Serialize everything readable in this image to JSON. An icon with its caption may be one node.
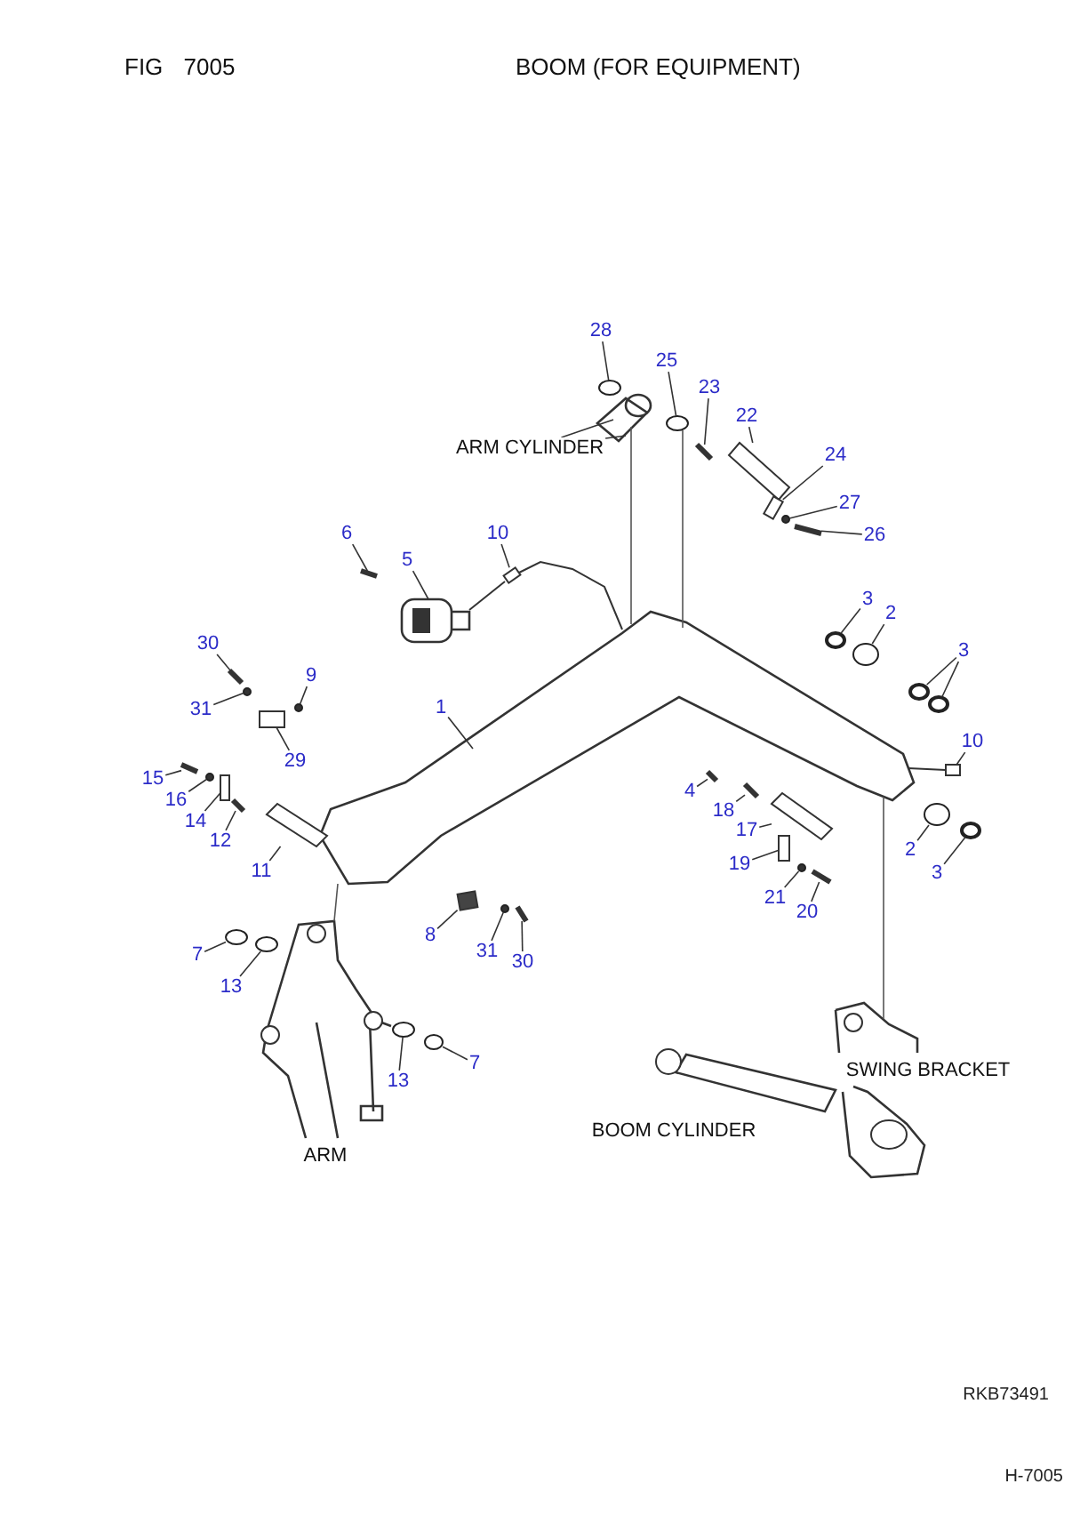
{
  "diagram": {
    "title": "BOOM (FOR EQUIPMENT)",
    "nodes": [
      {
        "text": [
          "28"
        ]
      },
      {
        "text": [
          "25"
        ]
      },
      {
        "text": [
          "23"
        ]
      },
      {
        "text": [
          "22"
        ]
      },
      {
        "text": [
          "ARM CYLINDER"
        ]
      },
      {
        "text": [
          "24"
        ]
      },
      {
        "text": [
          "27"
        ]
      },
      {
        "text": [
          "6"
        ]
      },
      {
        "text": [
          "10"
        ]
      },
      {
        "text": [
          "26"
        ]
      },
      {
        "text": [
          "5"
        ]
      },
      {
        "text": [
          "3"
        ]
      },
      {
        "text": [
          "2"
        ]
      },
      {
        "text": [
          "30"
        ]
      },
      {
        "text": [
          "3"
        ]
      },
      {
        "text": [
          "9"
        ]
      },
      {
        "text": [
          "1"
        ]
      },
      {
        "text": [
          "31"
        ]
      },
      {
        "text": [
          "10"
        ]
      },
      {
        "text": [
          "29"
        ]
      },
      {
        "text": [
          "15"
        ]
      },
      {
        "text": [
          "4"
        ]
      },
      {
        "text": [
          "16"
        ]
      },
      {
        "text": [
          "18"
        ]
      },
      {
        "text": [
          "14"
        ]
      },
      {
        "text": [
          "17"
        ]
      },
      {
        "text": [
          "12"
        ]
      },
      {
        "text": [
          "2"
        ]
      },
      {
        "text": [
          "19"
        ]
      },
      {
        "text": [
          "11"
        ]
      },
      {
        "text": [
          "3"
        ]
      },
      {
        "text": [
          "21"
        ]
      },
      {
        "text": [
          "20"
        ]
      },
      {
        "text": [
          "8"
        ]
      },
      {
        "text": [
          "31"
        ]
      },
      {
        "text": [
          "7"
        ]
      },
      {
        "text": [
          "30"
        ]
      },
      {
        "text": [
          "13"
        ]
      },
      {
        "text": [
          "7"
        ]
      },
      {
        "text": [
          "SWING BRACKET"
        ]
      },
      {
        "text": [
          "13"
        ]
      },
      {
        "text": [
          "BOOM CYLINDER"
        ]
      },
      {
        "text": [
          "ARM"
        ]
      },
      {
        "text": [],
        "shape": "circle"
      },
      {
        "text": [],
        "shape": "circle"
      },
      {
        "text": [],
        "shape": "bar"
      },
      {
        "text": [],
        "shape": "cylinder"
      },
      {
        "text": [],
        "shape": "picture"
      },
      {
        "text": [],
        "shape": "box"
      },
      {
        "text": [],
        "shape": "circle"
      },
      {
        "text": [],
        "shape": "bar"
      },
      {
        "text": [],
        "shape": "box"
      },
      {
        "text": [],
        "shape": "bar"
      },
      {
        "text": [],
        "shape": "picture"
      },
      {
        "text": [],
        "shape": "circle"
      },
      {
        "text": [],
        "shape": "circle"
      },
      {
        "text": [],
        "shape": "bar"
      },
      {
        "text": [],
        "shape": "circle"
      },
      {
        "text": [],
        "shape": "circle"
      },
      {
        "text": [],
        "shape": "circle"
      },
      {
        "text": [],
        "shape": "picture"
      },
      {
        "text": [],
        "shape": "circle"
      },
      {
        "text": [],
        "shape": "box"
      },
      {
        "text": [],
        "shape": "box"
      },
      {
        "text": [],
        "shape": "bar"
      },
      {
        "text": [],
        "shape": "bar"
      },
      {
        "text": [],
        "shape": "circle"
      },
      {
        "text": [],
        "shape": "bar"
      },
      {
        "text": [],
        "shape": "box"
      },
      {
        "text": [],
        "shape": "cylinder"
      },
      {
        "text": [],
        "shape": "bar"
      },
      {
        "text": [],
        "shape": "circle"
      },
      {
        "text": [],
        "shape": "box"
      },
      {
        "text": [],
        "shape": "cylinder"
      },
      {
        "text": [],
        "shape": "circle"
      },
      {
        "text": [],
        "shape": "circle"
      },
      {
        "text": [],
        "shape": "bar"
      },
      {
        "text": [],
        "shape": "box"
      },
      {
        "text": [],
        "shape": "circle"
      },
      {
        "text": [],
        "shape": "circle"
      },
      {
        "text": [],
        "shape": "bar"
      },
      {
        "text": [],
        "shape": "circle"
      },
      {
        "text": [],
        "shape": "circle"
      },
      {
        "text": [],
        "shape": "circle"
      },
      {
        "text": [],
        "shape": "picture"
      },
      {
        "text": [],
        "shape": "picture"
      },
      {
        "text": [],
        "shape": "picture"
      }
    ],
    "edges": [
      {
        "from": 0,
        "to": 43,
        "arrow": "none"
      },
      {
        "from": 1,
        "to": 44,
        "arrow": "none"
      },
      {
        "from": 2,
        "to": 45,
        "arrow": "none"
      },
      {
        "from": 3,
        "to": 46,
        "arrow": "none"
      },
      {
        "from": 4,
        "to": 47,
        "arrow": "none"
      },
      {
        "from": 4,
        "to": 47,
        "arrow": "none"
      },
      {
        "from": 5,
        "to": 48,
        "arrow": "none"
      },
      {
        "from": 6,
        "to": 49,
        "arrow": "none"
      },
      {
        "from": 7,
        "to": 50,
        "arrow": "none"
      },
      {
        "from": 8,
        "to": 51,
        "arrow": "none"
      },
      {
        "from": 9,
        "to": 52,
        "arrow": "none"
      },
      {
        "from": 10,
        "to": 53,
        "arrow": "none"
      },
      {
        "from": 11,
        "to": 54,
        "arrow": "none"
      },
      {
        "from": 12,
        "to": 55,
        "arrow": "none"
      },
      {
        "from": 13,
        "to": 56,
        "arrow": "none"
      },
      {
        "from": 14,
        "to": 57,
        "arrow": "none"
      },
      {
        "from": 14,
        "to": 58,
        "arrow": "none"
      },
      {
        "from": 15,
        "to": 59,
        "arrow": "none"
      },
      {
        "from": 16,
        "to": 60,
        "arrow": "none"
      },
      {
        "from": 17,
        "to": 61,
        "arrow": "none"
      },
      {
        "from": 18,
        "to": 62,
        "arrow": "none"
      },
      {
        "from": 19,
        "to": 63,
        "arrow": "none"
      },
      {
        "from": 20,
        "to": 64,
        "arrow": "none"
      },
      {
        "from": 21,
        "to": 65,
        "arrow": "none"
      },
      {
        "from": 22,
        "to": 66,
        "arrow": "none"
      },
      {
        "from": 23,
        "to": 67,
        "arrow": "none"
      },
      {
        "from": 24,
        "to": 68,
        "arrow": "none"
      },
      {
        "from": 25,
        "to": 69,
        "arrow": "none"
      },
      {
        "from": 26,
        "to": 70,
        "arrow": "none"
      },
      {
        "from": 27,
        "to": 71,
        "arrow": "none"
      },
      {
        "from": 28,
        "to": 72,
        "arrow": "none"
      },
      {
        "from": 29,
        "to": 73,
        "arrow": "none"
      },
      {
        "from": 30,
        "to": 74,
        "arrow": "none"
      },
      {
        "from": 31,
        "to": 75,
        "arrow": "none"
      },
      {
        "from": 32,
        "to": 76,
        "arrow": "none"
      },
      {
        "from": 33,
        "to": 77,
        "arrow": "none"
      },
      {
        "from": 34,
        "to": 78,
        "arrow": "none"
      },
      {
        "from": 35,
        "to": 79,
        "arrow": "none"
      },
      {
        "from": 36,
        "to": 80,
        "arrow": "none"
      },
      {
        "from": 37,
        "to": 81,
        "arrow": "none"
      },
      {
        "from": 38,
        "to": 82,
        "arrow": "none"
      },
      {
        "from": 40,
        "to": 83,
        "arrow": "none"
      },
      {
        "from": 47,
        "to": 60,
        "arrow": "none"
      },
      {
        "from": 44,
        "to": 60,
        "arrow": "none"
      },
      {
        "from": 53,
        "to": 51,
        "arrow": "none"
      },
      {
        "from": 51,
        "to": 60,
        "arrow": "none"
      },
      {
        "from": 60,
        "to": 62,
        "arrow": "none"
      },
      {
        "from": 60,
        "to": 84,
        "arrow": "none"
      },
      {
        "from": 60,
        "to": 86,
        "arrow": "none"
      }
    ],
    "labels": [
      "FIG 7005",
      "RKB73491",
      "H-7005"
    ]
  }
}
